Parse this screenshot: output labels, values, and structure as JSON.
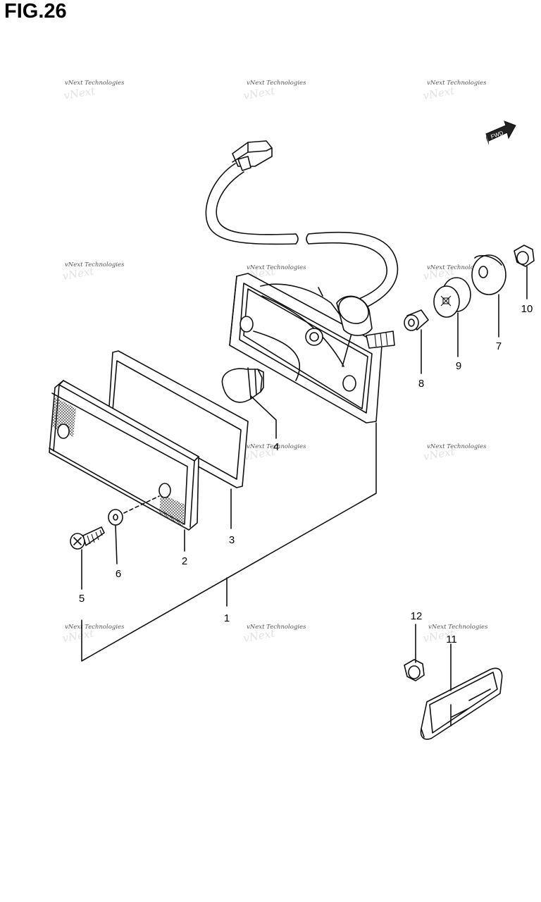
{
  "figure": {
    "title": "FIG.26"
  },
  "fwd_label": "FWD",
  "watermark": "vNext Technologies",
  "callouts": [
    "1",
    "2",
    "3",
    "4",
    "5",
    "6",
    "7",
    "8",
    "9",
    "10",
    "11",
    "12"
  ]
}
